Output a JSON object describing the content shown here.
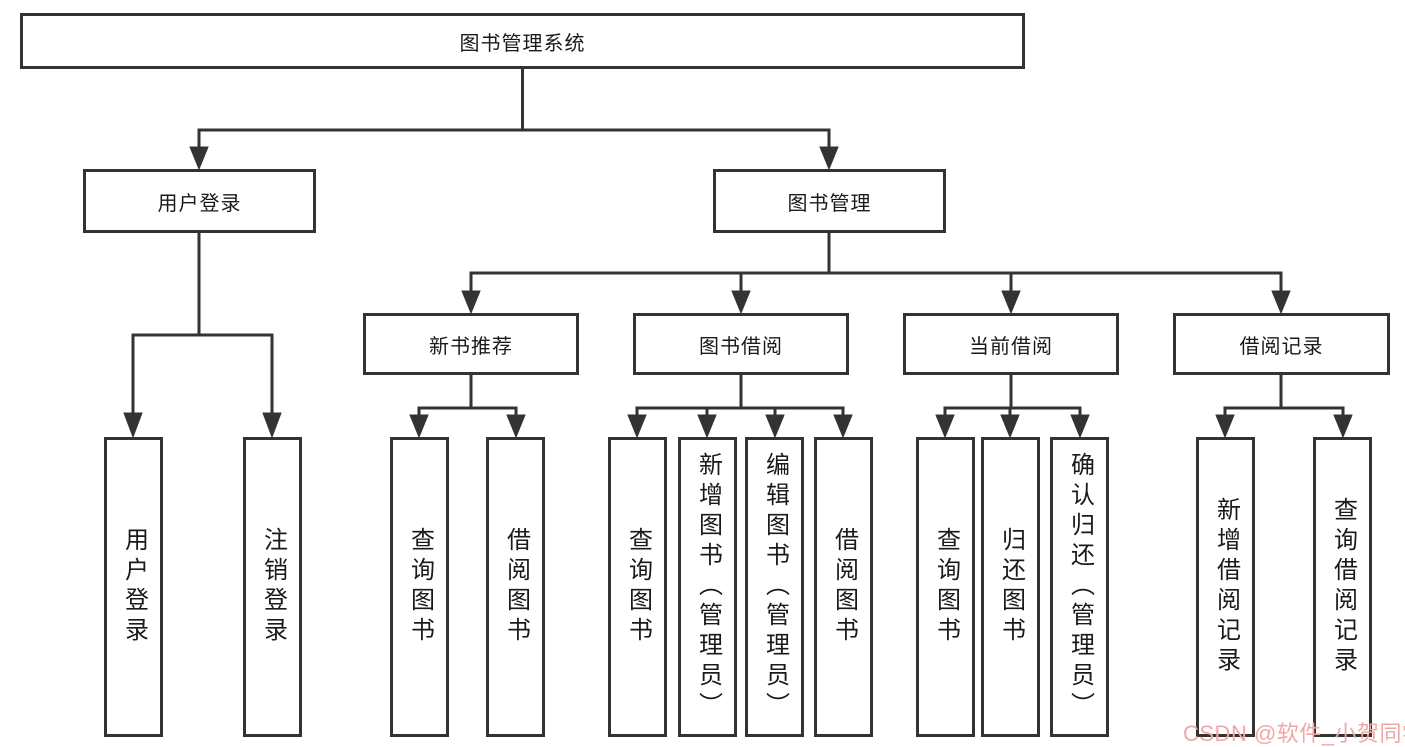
{
  "diagram": {
    "root": "图书管理系统",
    "user_login": {
      "label": "用户登录",
      "children": [
        "用户登录",
        "注销登录"
      ]
    },
    "book_mgmt": {
      "label": "图书管理",
      "modules": {
        "new_books": {
          "label": "新书推荐",
          "children": [
            "查询图书",
            "借阅图书"
          ]
        },
        "borrowing": {
          "label": "图书借阅",
          "children": [
            "查询图书",
            "新增图书（管理员）",
            "编辑图书（管理员）",
            "借阅图书"
          ]
        },
        "current": {
          "label": "当前借阅",
          "children": [
            "查询图书",
            "归还图书",
            "确认归还（管理员）"
          ]
        },
        "records": {
          "label": "借阅记录",
          "children": [
            "新增借阅记录",
            "查询借阅记录"
          ]
        }
      }
    }
  },
  "watermark": "CSDN @软件_小贺同学",
  "colors": {
    "line": "#333333",
    "box_border": "#333333",
    "box_fill": "#ffffff",
    "text": "#1a1a1a",
    "watermark": "#f2a7a7",
    "background": "#ffffff"
  }
}
